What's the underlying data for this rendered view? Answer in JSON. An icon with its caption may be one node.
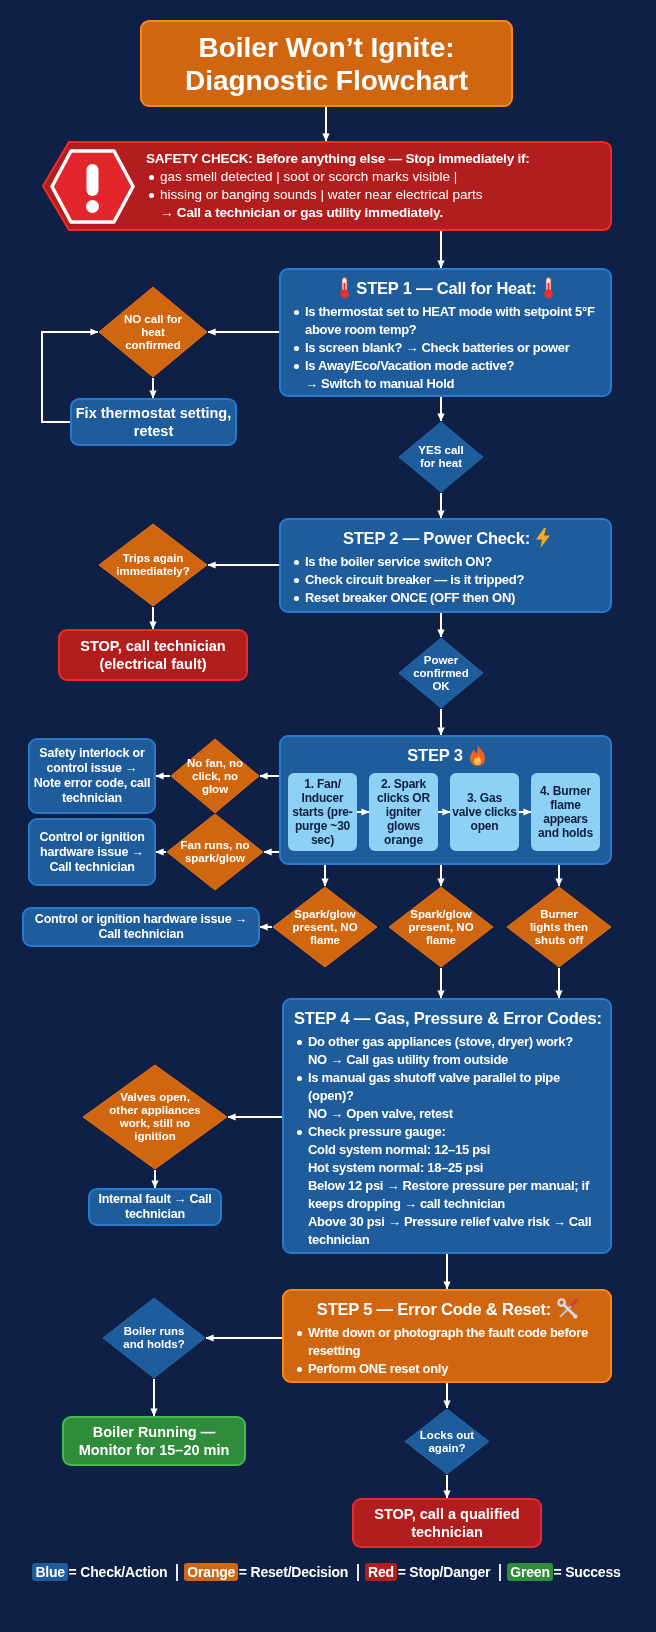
{
  "diagram": {
    "nodes": [
      {
        "text": [
          "Boiler Won’t Ignite: Diagnostic Flowchart"
        ]
      },
      {
        "text": [
          "SAFETY CHECK: Before anything else — Stop immediately if:",
          "gas smell detected | soot or scorch marks visible |",
          "hissing or banging sounds | water near electrical parts",
          "→ Call a technician or gas utility immediately."
        ]
      },
      {
        "text": [
          "STEP 1 — Call for Heat:",
          "Is thermostat set to HEAT mode with setpoint 5°F above room temp?",
          "Is screen blank? → Check batteries or power",
          "Is Away/Eco/Vacation mode active?",
          "→ Switch to manual Hold"
        ]
      },
      {
        "text": [
          "NO call for heat confirmed"
        ]
      },
      {
        "text": [
          "Fix thermostat setting, retest"
        ]
      },
      {
        "text": [
          "YES call for heat"
        ]
      },
      {
        "text": [
          "STEP 2 — Power Check:",
          "Is the boiler service switch ON?",
          "Check circuit breaker — is it tripped?",
          "Reset breaker ONCE (OFF then ON)"
        ]
      },
      {
        "text": [
          "Trips again immediately?"
        ]
      },
      {
        "text": [
          "STOP, call technician (electrical fault)"
        ]
      },
      {
        "text": [
          "Power confirmed OK"
        ]
      },
      {
        "text": [
          "STEP 3"
        ]
      },
      {
        "text": [
          "1. Fan/ Inducer starts (pre-purge ~30 sec)"
        ],
        "in": 10
      },
      {
        "text": [
          "2. Spark clicks OR igniter glows orange"
        ],
        "in": 10
      },
      {
        "text": [
          "3. Gas valve clicks open"
        ],
        "in": 10
      },
      {
        "text": [
          "4. Burner flame appears and holds"
        ],
        "in": 10
      },
      {
        "text": [
          "No fan, no click, no glow"
        ]
      },
      {
        "text": [
          "Safety interlock or control issue → Note error code, call technician"
        ]
      },
      {
        "text": [
          "Fan runs, no spark/glow"
        ]
      },
      {
        "text": [
          "Control or ignition hardware issue → Call technician"
        ]
      },
      {
        "text": [
          "Spark/glow present, NO flame"
        ]
      },
      {
        "text": [
          "Control or ignition hardware issue → Call technician"
        ]
      },
      {
        "text": [
          "Spark/glow present, NO flame"
        ]
      },
      {
        "text": [
          "Burner lights then shuts off"
        ]
      },
      {
        "text": [
          "STEP 4 — Gas, Pressure & Error Codes:",
          "Do other gas appliances (stove, dryer) work?",
          "NO → Call gas utility from outside",
          "Is manual gas shutoff valve parallel to pipe (open)?",
          "NO → Open valve, retest",
          "Check pressure gauge:",
          "Cold system normal: 12–15 psi",
          "Hot system normal: 18–25 psi",
          "Below 12 psi → Restore pressure per manual; if keeps dropping → call technician",
          "Above 30 psi → Pressure relief valve risk → Call technician"
        ]
      },
      {
        "text": [
          "Valves open, other appliances work, still no ignition"
        ]
      },
      {
        "text": [
          "Internal fault → Call technician"
        ]
      },
      {
        "text": [
          "STEP 5 — Error Code & Reset:",
          "Write down or photograph the fault code before resetting",
          "Perform ONE reset only"
        ]
      },
      {
        "text": [
          "Boiler runs and holds?"
        ]
      },
      {
        "text": [
          "Boiler Running — Monitor for 15–20 min"
        ]
      },
      {
        "text": [
          "Locks out again?"
        ]
      },
      {
        "text": [
          "STOP, call a qualified technician"
        ]
      }
    ],
    "edges": [
      {
        "from": 0,
        "to": 1,
        "arrow": "to"
      },
      {
        "from": 1,
        "to": 2,
        "arrow": "to"
      },
      {
        "from": 2,
        "to": 3,
        "arrow": "to"
      },
      {
        "from": 3,
        "to": 4,
        "arrow": "to"
      },
      {
        "from": 4,
        "to": 3,
        "arrow": "to"
      },
      {
        "from": 2,
        "to": 5,
        "arrow": "to"
      },
      {
        "from": 5,
        "to": 6,
        "arrow": "to"
      },
      {
        "from": 6,
        "to": 7,
        "arrow": "to"
      },
      {
        "from": 7,
        "to": 8,
        "arrow": "to"
      },
      {
        "from": 6,
        "to": 9,
        "arrow": "to"
      },
      {
        "from": 9,
        "to": 10,
        "arrow": "to"
      },
      {
        "from": 11,
        "to": 12,
        "arrow": "to"
      },
      {
        "from": 12,
        "to": 13,
        "arrow": "to"
      },
      {
        "from": 13,
        "to": 14,
        "arrow": "to"
      },
      {
        "from": 10,
        "to": 15,
        "arrow": "to"
      },
      {
        "from": 15,
        "to": 16,
        "arrow": "to"
      },
      {
        "from": 10,
        "to": 17,
        "arrow": "to"
      },
      {
        "from": 17,
        "to": 18,
        "arrow": "to"
      },
      {
        "from": 10,
        "to": 19,
        "arrow": "to"
      },
      {
        "from": 19,
        "to": 20,
        "arrow": "to"
      },
      {
        "from": 10,
        "to": 21,
        "arrow": "to"
      },
      {
        "from": 10,
        "to": 22,
        "arrow": "to"
      },
      {
        "from": 21,
        "to": 23,
        "arrow": "to"
      },
      {
        "from": 22,
        "to": 23,
        "arrow": "to"
      },
      {
        "from": 23,
        "to": 24,
        "arrow": "to"
      },
      {
        "from": 24,
        "to": 25,
        "arrow": "to"
      },
      {
        "from": 23,
        "to": 26,
        "arrow": "to"
      },
      {
        "from": 26,
        "to": 27,
        "arrow": "to"
      },
      {
        "from": 27,
        "to": 28,
        "arrow": "to"
      },
      {
        "from": 26,
        "to": 29,
        "arrow": "to"
      },
      {
        "from": 29,
        "to": 30,
        "arrow": "to"
      }
    ],
    "legend": [
      {
        "text": "Blue = Check/Action",
        "color": "#1e5c9b"
      },
      {
        "text": "Orange = Reset/Decision",
        "color": "#d0660f"
      },
      {
        "text": "Red = Stop/Danger",
        "color": "#b21e1e"
      },
      {
        "text": "Green = Success",
        "color": "#2f8c3a"
      }
    ]
  }
}
